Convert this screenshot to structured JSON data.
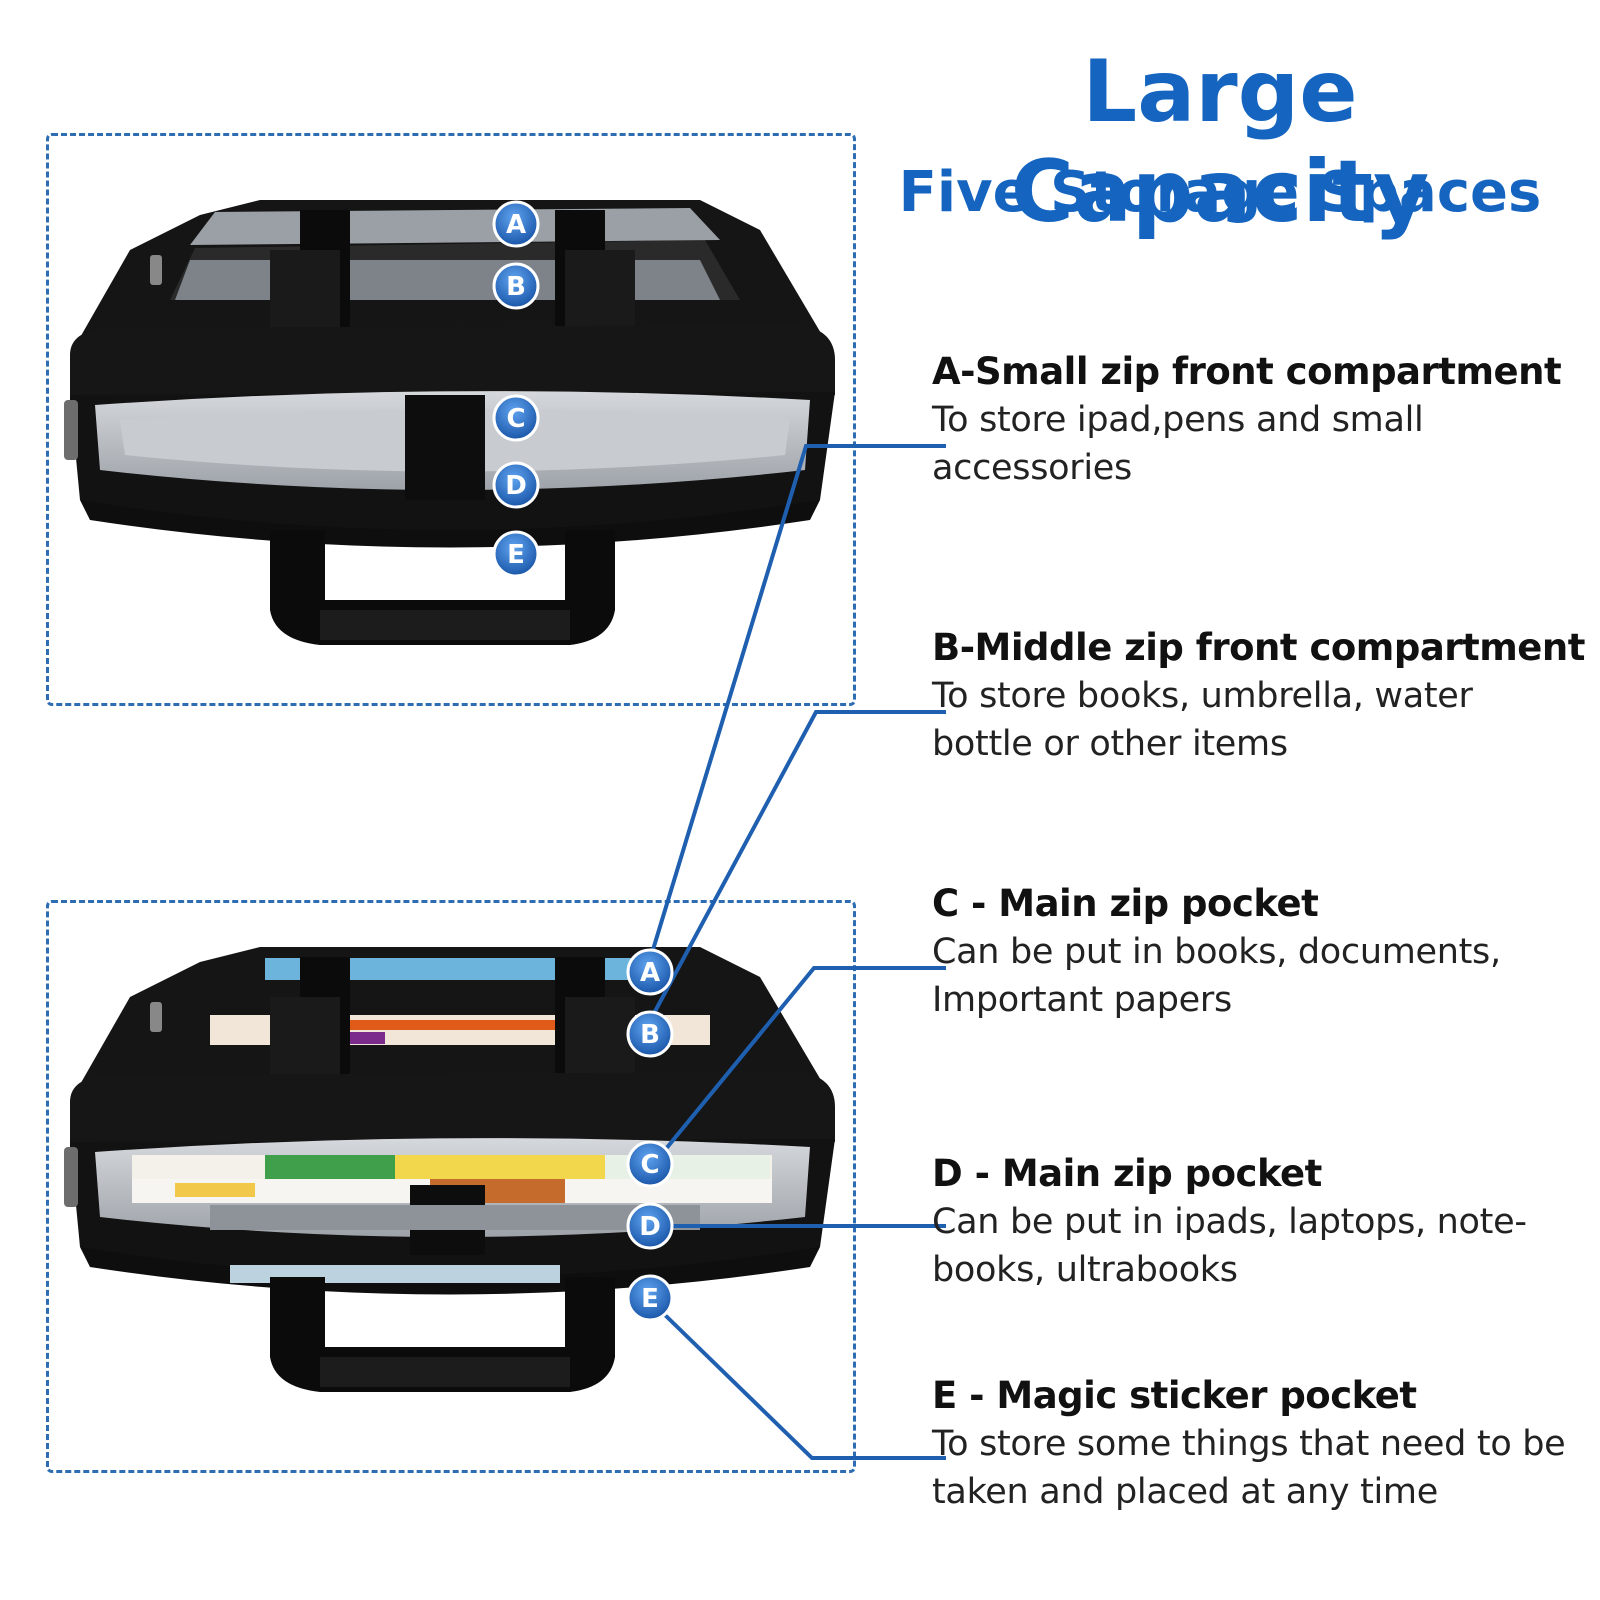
{
  "header": {
    "title": "Large Capacity",
    "subtitle": "Five Storage Spaces"
  },
  "markers": {
    "a": "A",
    "b": "B",
    "c": "C",
    "d": "D",
    "e": "E"
  },
  "features": [
    {
      "heading": "A-Small zip front compartment",
      "description": "To store ipad,pens and small accessories"
    },
    {
      "heading": "B-Middle zip front compartment",
      "description": "To store books, umbrella, water bottle or other items"
    },
    {
      "heading": "C - Main zip pocket",
      "description": "Can be put in books, documents, Important papers"
    },
    {
      "heading": "D - Main zip pocket",
      "description": "Can be put in ipads, laptops, note-books, ultrabooks"
    },
    {
      "heading": "E - Magic sticker pocket",
      "description": "To store some things that need to be taken and placed at any time"
    }
  ],
  "colors": {
    "accent": "#1565c0",
    "bag": "#121212",
    "lining": "#b8bcc2",
    "marker_fill": "#1f63b8"
  }
}
